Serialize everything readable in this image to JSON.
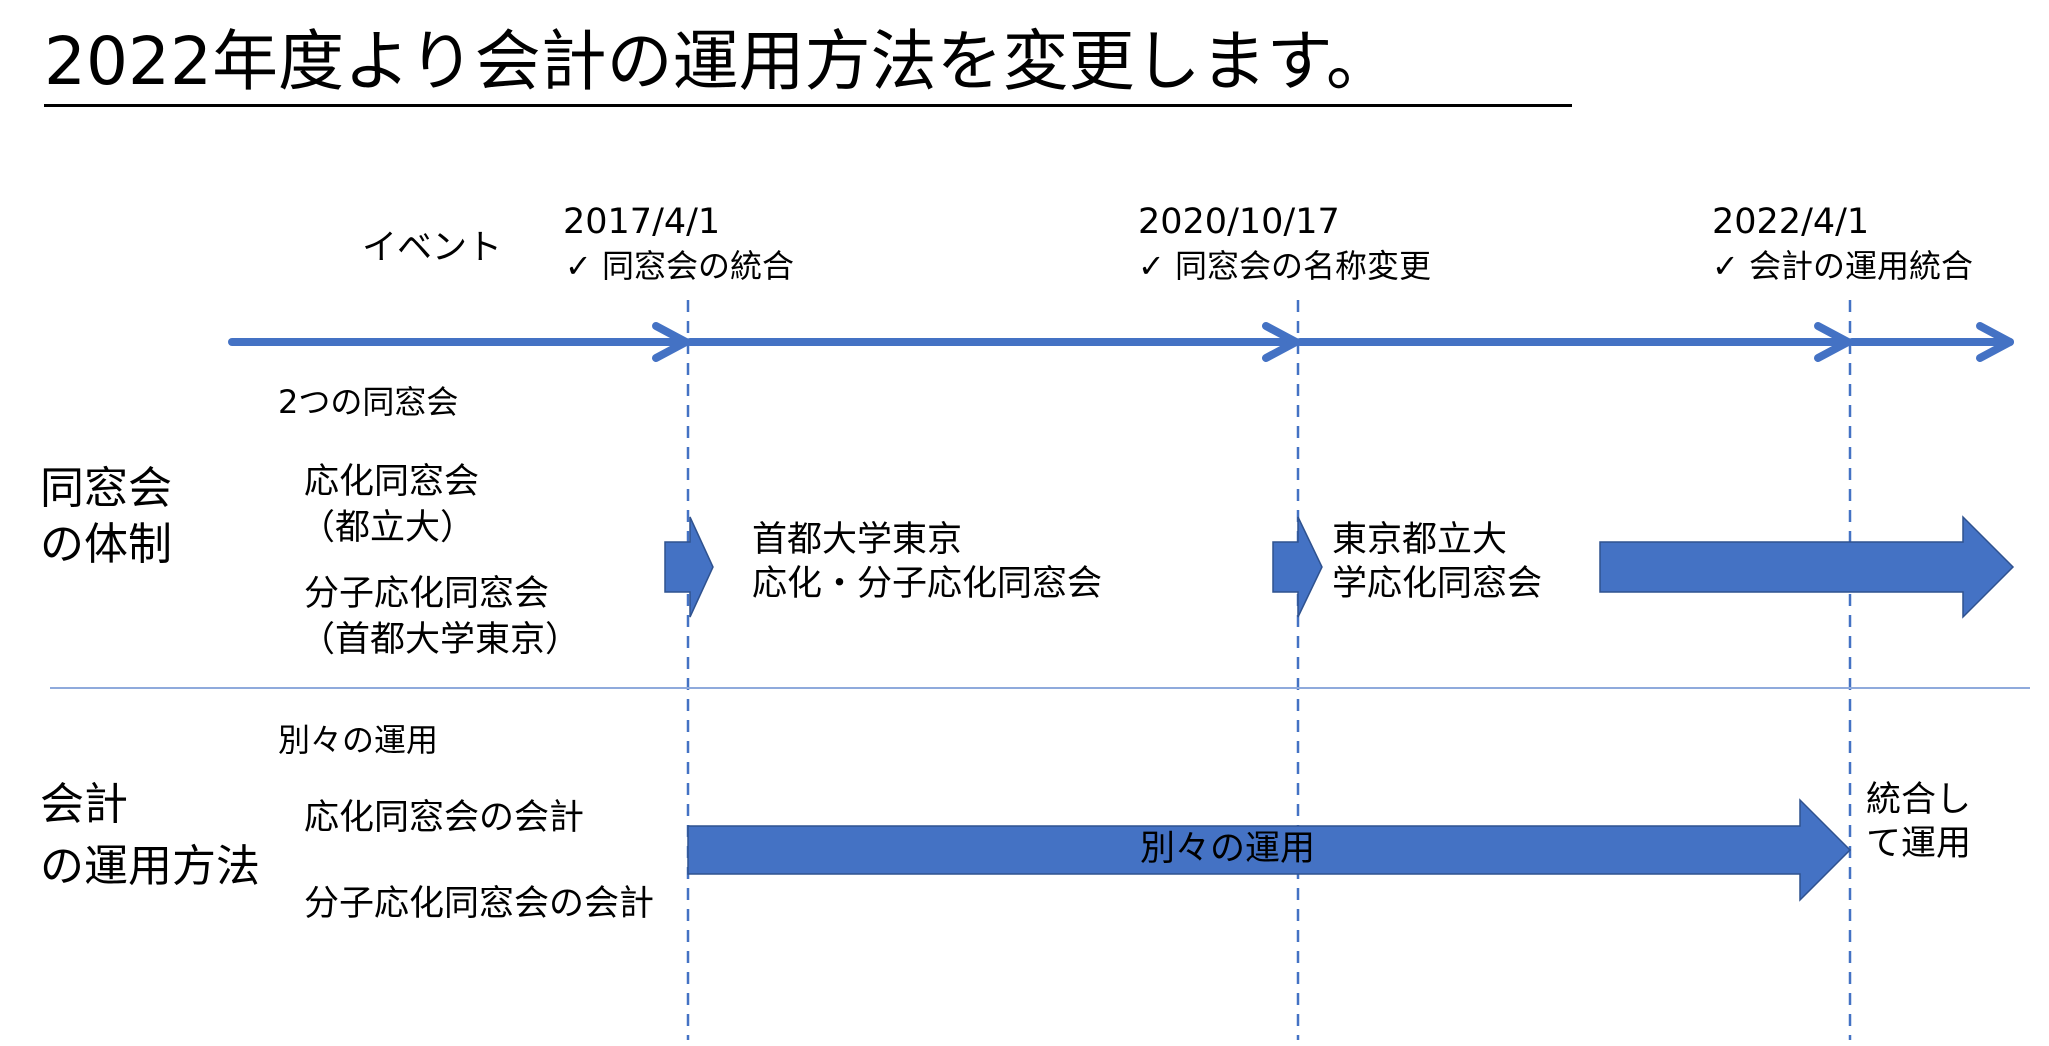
{
  "title": "2022年度より会計の運用方法を変更します。",
  "timeline": {
    "label": "イベント",
    "events": [
      {
        "date": "2017/4/1",
        "desc": "✓  同窓会の統合"
      },
      {
        "date": "2020/10/17",
        "desc": "✓ 同窓会の名称変更"
      },
      {
        "date": "2022/4/1",
        "desc": "✓  会計の運用統合"
      }
    ]
  },
  "org_section": {
    "heading_line1": "同窓会",
    "heading_line2": "の体制",
    "before_label": "2つの同窓会",
    "alumni1_name": "応化同窓会",
    "alumni1_sub": "（都立大）",
    "alumni2_name": "分子応化同窓会",
    "alumni2_sub": "（首都大学東京）",
    "merged_line1": "首都大学東京",
    "merged_line2": "応化・分子応化同窓会",
    "renamed_line1": "東京都立大",
    "renamed_line2": "学応化同窓会"
  },
  "accounting_section": {
    "heading_line1": "会計",
    "heading_line2": "の運用方法",
    "before_label": "別々の運用",
    "acct1": "応化同窓会の会計",
    "acct2": "分子応化同窓会の会計",
    "bar_label": "別々の運用",
    "after_line1": "統合し",
    "after_line2": "て運用"
  },
  "colors": {
    "accent": "#4472C4",
    "divider": "#8FAADC",
    "text": "#000000"
  }
}
